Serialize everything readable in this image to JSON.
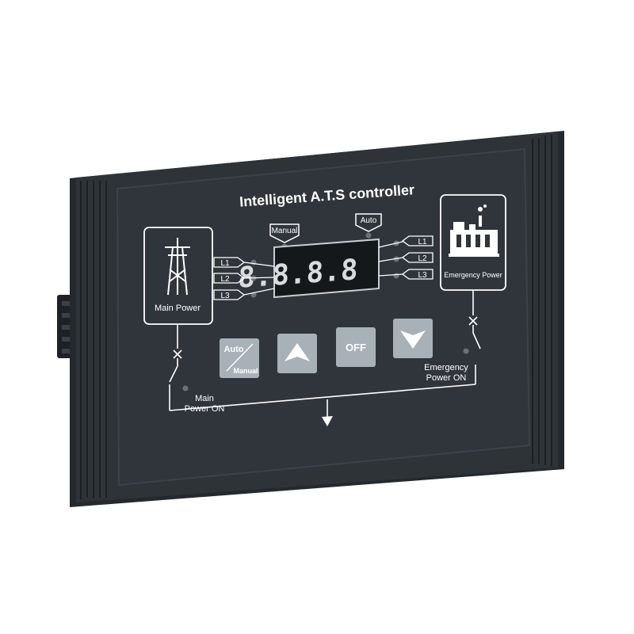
{
  "panel": {
    "title": "Intelligent A.T.S controller",
    "main_power_label": "Main Power",
    "emergency_power_label": "Emergency Power",
    "manual_tag": "Manual",
    "auto_tag": "Auto",
    "left_phases": [
      "L1",
      "L2",
      "L3"
    ],
    "right_phases": [
      "L1",
      "L2",
      "L3"
    ],
    "display_value": "8.8.8.8",
    "main_power_on_line1": "Main",
    "main_power_on_line2": "Power ON",
    "emergency_power_on_line1": "Emergency",
    "emergency_power_on_line2": "Power ON"
  },
  "buttons": {
    "auto_manual_top": "Auto",
    "auto_manual_bottom": "Manual",
    "up": "up-arrow-icon",
    "off": "OFF",
    "down": "down-arrow-icon"
  },
  "colors": {
    "housing": "#2b3035",
    "face": "#30353a",
    "button": "#a9b1b8",
    "display_bg": "#1a1c1f",
    "segment": "#d8d8d8",
    "lines": "#ffffff"
  }
}
